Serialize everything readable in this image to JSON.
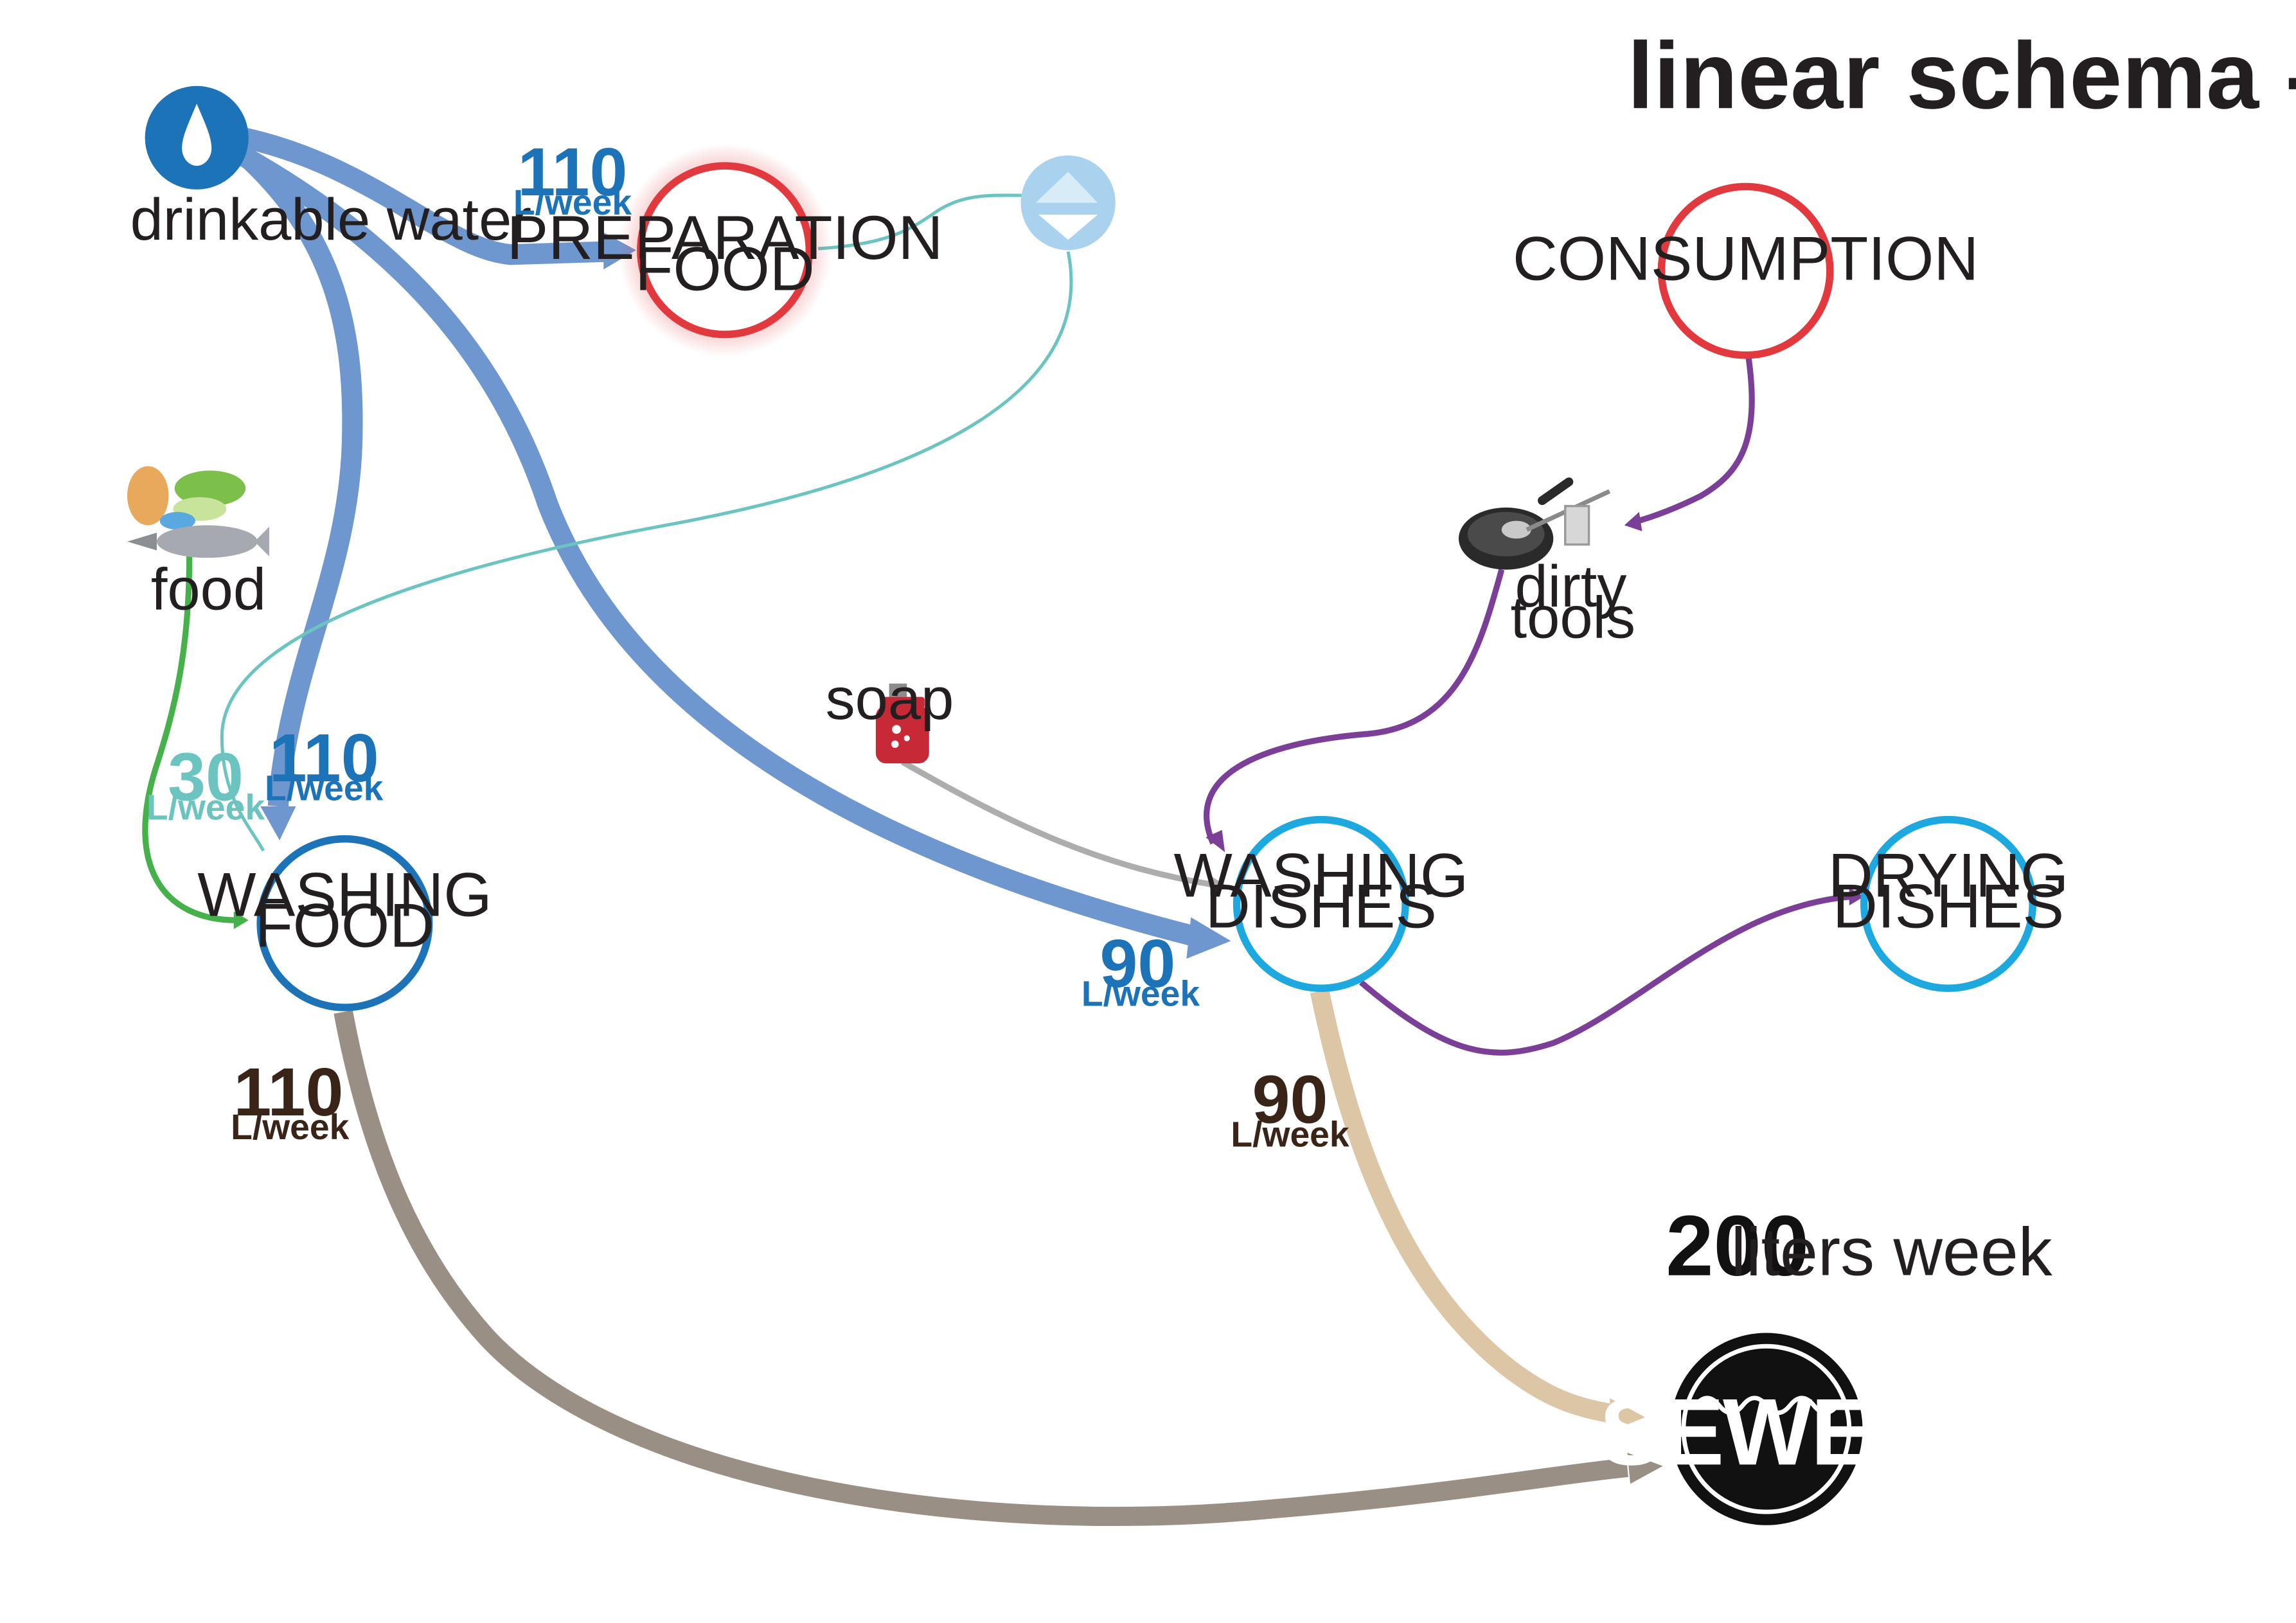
{
  "title": "linear schema - washing area",
  "colors": {
    "drinkable": "#6f97cf",
    "grey_water": "#9a8f85",
    "dish_water": "#dcc6a6",
    "purple": "#7b3f98",
    "teal": "#6bc4c0",
    "green": "#46b04a",
    "soap_line": "#adadad",
    "red_node": "#e2393e",
    "blue_node": "#1ea8e0",
    "dark_blue_node": "#1c73b8",
    "label_blue": "#1c73b8",
    "label_teal": "#6bc4c0",
    "label_dark": "#3a2417"
  },
  "sources": {
    "drinkable_water": {
      "label": "drinkable water",
      "icon": "water-drop-icon"
    },
    "food": {
      "label": "food",
      "icon": "food-icon"
    },
    "soap": {
      "label": "soap",
      "icon": "soap-bottle-icon"
    },
    "dirty_tools": {
      "label_line1": "dirty",
      "label_line2": "tools",
      "icon": "frying-pan-icon"
    },
    "ice": {
      "icon": "ice-cube-icon"
    }
  },
  "nodes": {
    "preparation_food": {
      "line1": "PREPARATION",
      "line2": "FOOD"
    },
    "consumption": {
      "line1": "CONSUMPTION"
    },
    "washing_food": {
      "line1": "WASHING",
      "line2": "FOOD"
    },
    "washing_dishes": {
      "line1": "WASHING",
      "line2": "DISHES"
    },
    "drying_dishes": {
      "line1": "DRYING",
      "line2": "DISHES"
    },
    "sewer": {
      "label": "SEWER"
    }
  },
  "flows": {
    "to_preparation": {
      "value": "110",
      "unit": "L/week"
    },
    "to_washing_food": {
      "value": "110",
      "unit": "L/week"
    },
    "ice_to_washing_food": {
      "value": "30",
      "unit": "L/week"
    },
    "to_washing_dishes": {
      "value": "90",
      "unit": "L/week"
    },
    "washing_food_to_sewer": {
      "value": "110",
      "unit": "L/week"
    },
    "washing_dishes_to_sewer": {
      "value": "90",
      "unit": "L/week"
    }
  },
  "total": {
    "value": "200",
    "unit": "liters week"
  }
}
